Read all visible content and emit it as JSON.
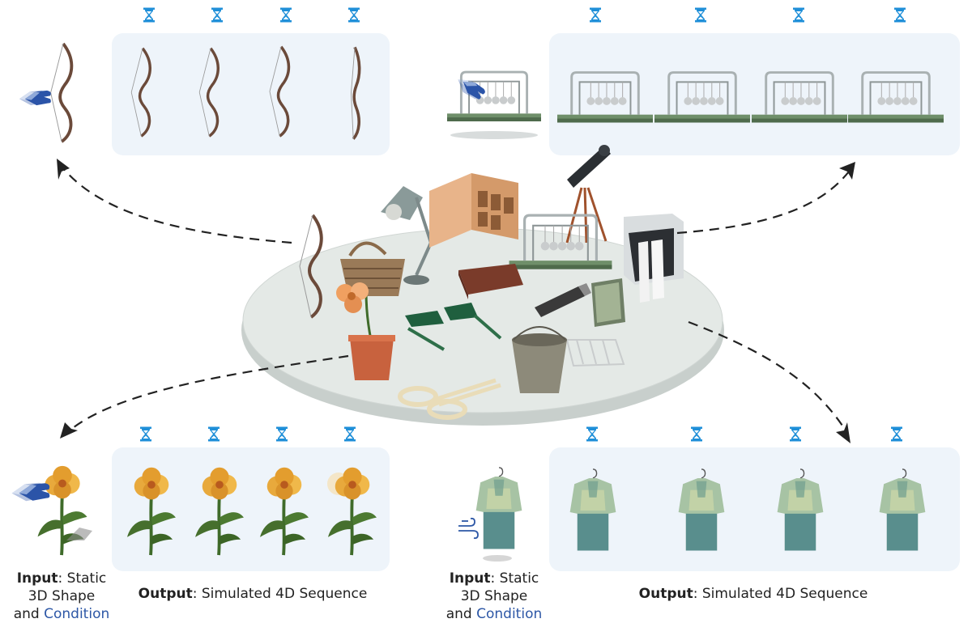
{
  "colors": {
    "panel_bg": "#eef4fa",
    "hourglass": "#1f8fd8",
    "condition_text": "#2d57a6",
    "arrow": "#222222",
    "table_top": "#e4e9e6"
  },
  "icons": [
    "hourglass-icon",
    "hand-push-icon",
    "wind-icon",
    "arrow-head-icon"
  ],
  "captions": {
    "left": {
      "input_bold": "Input",
      "input_rest": ": Static",
      "input_line2": "3D Shape",
      "input_and": "and ",
      "input_condition": "Condition",
      "output_bold": "Output",
      "output_rest": ": Simulated 4D Sequence"
    },
    "right": {
      "input_bold": "Input",
      "input_rest": ": Static",
      "input_line2": "3D Shape",
      "input_and": "and ",
      "input_condition": "Condition",
      "output_bold": "Output",
      "output_rest": ": Simulated 4D Sequence"
    }
  }
}
